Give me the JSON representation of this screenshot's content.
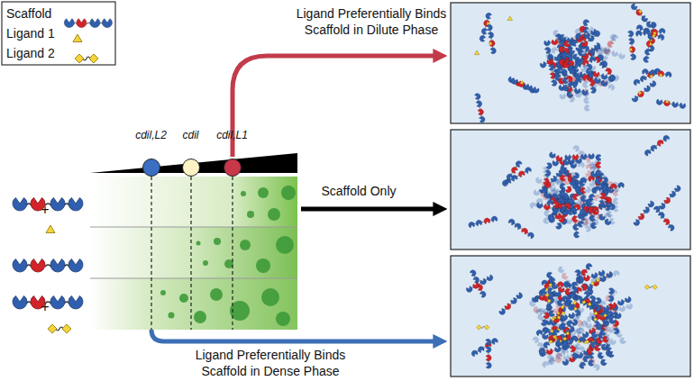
{
  "diagram": {
    "nodes": [
      {
        "text": [
          "cdil,L2"
        ]
      },
      {
        "text": [
          "cdil"
        ]
      },
      {
        "text": [
          "cdil,L1"
        ]
      }
    ],
    "labels": [
      "Ligand Preferentially Binds Scaffold in Dilute Phase",
      "Scaffold Only",
      "+",
      "+",
      "Ligand Preferentially Binds Scaffold in Dense Phase"
    ],
    "legend": [
      {
        "text": "Scaffold"
      },
      {
        "text": "Ligand 1"
      },
      {
        "text": "Ligand 2"
      }
    ]
  }
}
